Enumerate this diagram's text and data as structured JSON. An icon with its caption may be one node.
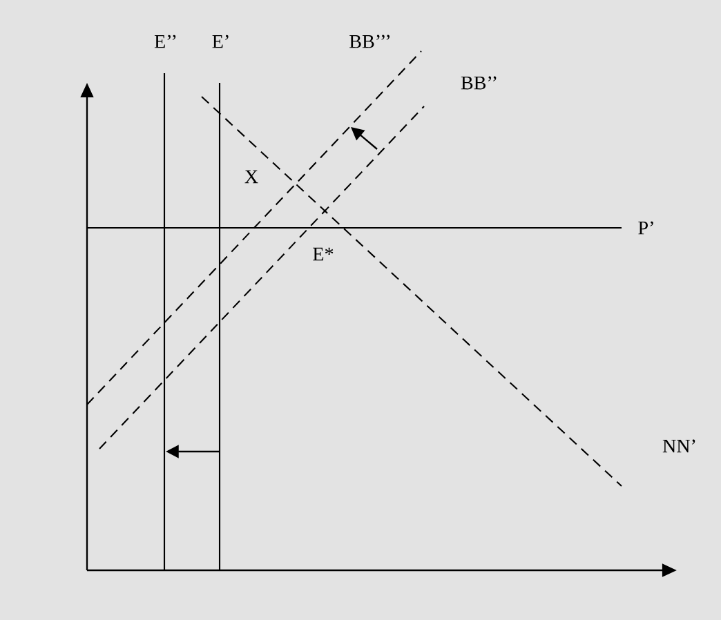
{
  "diagram": {
    "labels": [
      "E’’",
      "E’",
      "BB’’’",
      "BB’’",
      "X",
      "P’",
      "E*",
      "NN’"
    ]
  }
}
